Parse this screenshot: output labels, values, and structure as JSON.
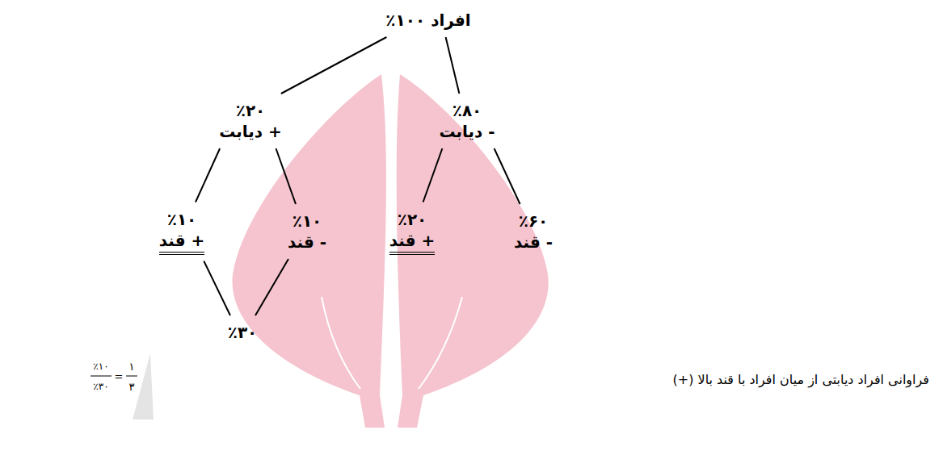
{
  "diagram": {
    "nodes": [
      {
        "text": [
          "٪۱۰۰ افراد"
        ]
      },
      {
        "text": [
          "٪۲۰",
          "دیابت +"
        ]
      },
      {
        "text": [
          "٪۸۰",
          "دیابت -"
        ]
      },
      {
        "text": [
          "٪۱۰",
          "قند +"
        ]
      },
      {
        "text": [
          "٪۱۰",
          "قند -"
        ]
      },
      {
        "text": [
          "٪۲۰",
          "قند +"
        ]
      },
      {
        "text": [
          "٪۶۰",
          "قند -"
        ]
      },
      {
        "text": [
          "٪۳۰"
        ]
      }
    ],
    "edges": [
      {
        "from": 0,
        "to": 1,
        "arrow": "none"
      },
      {
        "from": 0,
        "to": 2,
        "arrow": "none"
      },
      {
        "from": 1,
        "to": 3,
        "arrow": "none"
      },
      {
        "from": 1,
        "to": 4,
        "arrow": "none"
      },
      {
        "from": 2,
        "to": 5,
        "arrow": "none"
      },
      {
        "from": 2,
        "to": 6,
        "arrow": "none"
      },
      {
        "from": 3,
        "to": 7,
        "arrow": "none"
      },
      {
        "from": 4,
        "to": 7,
        "arrow": "none"
      }
    ],
    "labels": [
      "٪۱۰",
      "٪۳۰",
      "=",
      "۱",
      "۳",
      "فراوانی افراد دیابتی از میان افراد با قند بالا (+)"
    ]
  }
}
